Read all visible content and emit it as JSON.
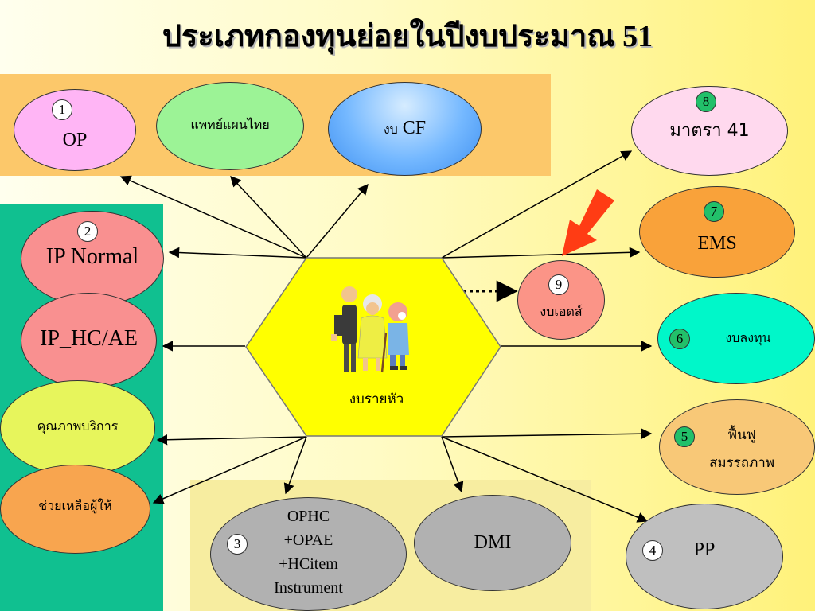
{
  "title": "ประเภทกองทุนย่อยในปีงบประมาณ 51",
  "center": {
    "label": "งบรายหัว",
    "clipart_icon": "elderly-people-icon"
  },
  "nodes": {
    "op": {
      "number": "1",
      "label": "OP"
    },
    "thai_medicine": {
      "label": "แพทย์แผนไทย"
    },
    "cf": {
      "prefix": "งบ",
      "label": "CF"
    },
    "section41": {
      "number": "8",
      "label": "มาตรา 41"
    },
    "ems": {
      "number": "7",
      "label": "EMS"
    },
    "aids": {
      "number": "9",
      "label": "งบเอดส์"
    },
    "capital": {
      "number": "6",
      "label": "งบลงทุน"
    },
    "rehab": {
      "number": "5",
      "label_line1": "ฟื้นฟู",
      "label_line2": "สมรรถภาพ"
    },
    "pp": {
      "number": "4",
      "label": "PP"
    },
    "ip_normal": {
      "number": "2",
      "label": "IP Normal"
    },
    "ip_hc": {
      "label": "IP_HC/AE"
    },
    "service_quality": {
      "label": "คุณภาพบริการ"
    },
    "provider_help": {
      "label": "ช่วยเหลือผู้ให้"
    },
    "ophc": {
      "number": "3",
      "line1": "OPHC",
      "line2": "+OPAE",
      "line3": "+HCitem",
      "line4": "Instrument"
    },
    "dmi": {
      "label": "DMI"
    }
  },
  "colors": {
    "panel_top": "#fcc86a",
    "panel_left": "#10c090",
    "panel_bottom": "#f7eda0",
    "hexagon": "#ffff00",
    "arrow_highlight": "#ff3c14",
    "badge_green": "#22c06a"
  }
}
